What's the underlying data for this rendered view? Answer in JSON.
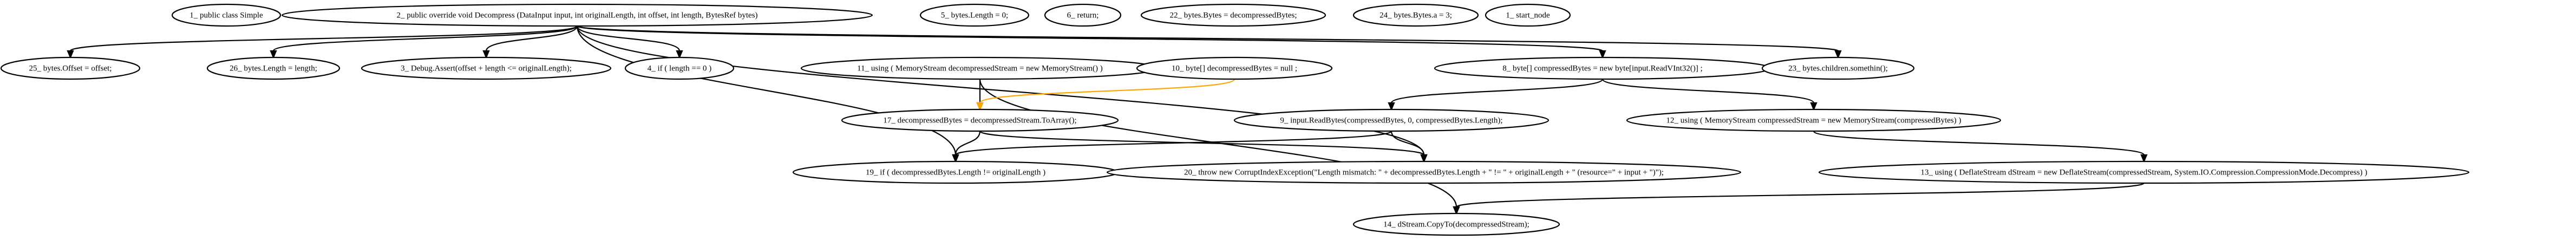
{
  "graph": {
    "nodes": [
      {
        "id": "n1",
        "label": "1_ public class Simple"
      },
      {
        "id": "n2",
        "label": "2_ public override void Decompress (DataInput input, int originalLength, int offset, int length, BytesRef bytes)"
      },
      {
        "id": "n5",
        "label": "5_ bytes.Length = 0;"
      },
      {
        "id": "n6",
        "label": "6_ return;"
      },
      {
        "id": "n22",
        "label": "22_ bytes.Bytes = decompressedBytes;"
      },
      {
        "id": "n24",
        "label": "24_ bytes.Bytes.a = 3;"
      },
      {
        "id": "n1s",
        "label": "1_ start_node"
      },
      {
        "id": "n25",
        "label": "25_ bytes.Offset = offset;"
      },
      {
        "id": "n26",
        "label": "26_ bytes.Length = length;"
      },
      {
        "id": "n3",
        "label": "3_ Debug.Assert(offset + length <= originalLength);"
      },
      {
        "id": "n4",
        "label": "4_ if ( length == 0 )"
      },
      {
        "id": "n11",
        "label": "11_ using ( MemoryStream decompressedStream = new MemoryStream() )"
      },
      {
        "id": "n10",
        "label": "10_ byte[] decompressedBytes = null ;"
      },
      {
        "id": "n8",
        "label": "8_ byte[] compressedBytes = new byte[input.ReadVInt32()] ;"
      },
      {
        "id": "n23",
        "label": "23_ bytes.children.somethin();"
      },
      {
        "id": "n17",
        "label": "17_ decompressedBytes = decompressedStream.ToArray();"
      },
      {
        "id": "n9",
        "label": "9_ input.ReadBytes(compressedBytes, 0, compressedBytes.Length);"
      },
      {
        "id": "n12",
        "label": "12_ using ( MemoryStream compressedStream = new MemoryStream(compressedBytes) )"
      },
      {
        "id": "n19",
        "label": "19_ if ( decompressedBytes.Length != originalLength )"
      },
      {
        "id": "n20",
        "label": "20_ throw new CorruptIndexException(\"Length mismatch: \" + decompressedBytes.Length + \" != \" + originalLength + \" (resource=\" + input + \")\");"
      },
      {
        "id": "n13",
        "label": "13_ using ( DeflateStream dStream = new DeflateStream(compressedStream, System.IO.Compression.CompressionMode.Decompress) )"
      },
      {
        "id": "n14",
        "label": "14_ dStream.CopyTo(decompressedStream);"
      }
    ],
    "edges": [
      {
        "from": "n2",
        "to": "n25",
        "color": "#000000"
      },
      {
        "from": "n2",
        "to": "n26",
        "color": "#000000"
      },
      {
        "from": "n2",
        "to": "n3",
        "color": "#000000"
      },
      {
        "from": "n2",
        "to": "n4",
        "color": "#000000"
      },
      {
        "from": "n2",
        "to": "n19",
        "color": "#000000"
      },
      {
        "from": "n2",
        "to": "n8",
        "color": "#000000"
      },
      {
        "from": "n2",
        "to": "n23",
        "color": "#000000"
      },
      {
        "from": "n2",
        "to": "n20",
        "color": "#000000"
      },
      {
        "from": "n11",
        "to": "n17",
        "color": "#000000"
      },
      {
        "from": "n11",
        "to": "n14",
        "color": "#000000"
      },
      {
        "from": "n10",
        "to": "n17",
        "color": "#ffa500"
      },
      {
        "from": "n8",
        "to": "n9",
        "color": "#000000"
      },
      {
        "from": "n8",
        "to": "n12",
        "color": "#000000"
      },
      {
        "from": "n17",
        "to": "n19",
        "color": "#000000"
      },
      {
        "from": "n17",
        "to": "n20",
        "color": "#000000"
      },
      {
        "from": "n9",
        "to": "n19",
        "color": "#000000"
      },
      {
        "from": "n9",
        "to": "n20",
        "color": "#000000"
      },
      {
        "from": "n12",
        "to": "n13",
        "color": "#000000"
      },
      {
        "from": "n13",
        "to": "n14",
        "color": "#000000"
      }
    ]
  }
}
